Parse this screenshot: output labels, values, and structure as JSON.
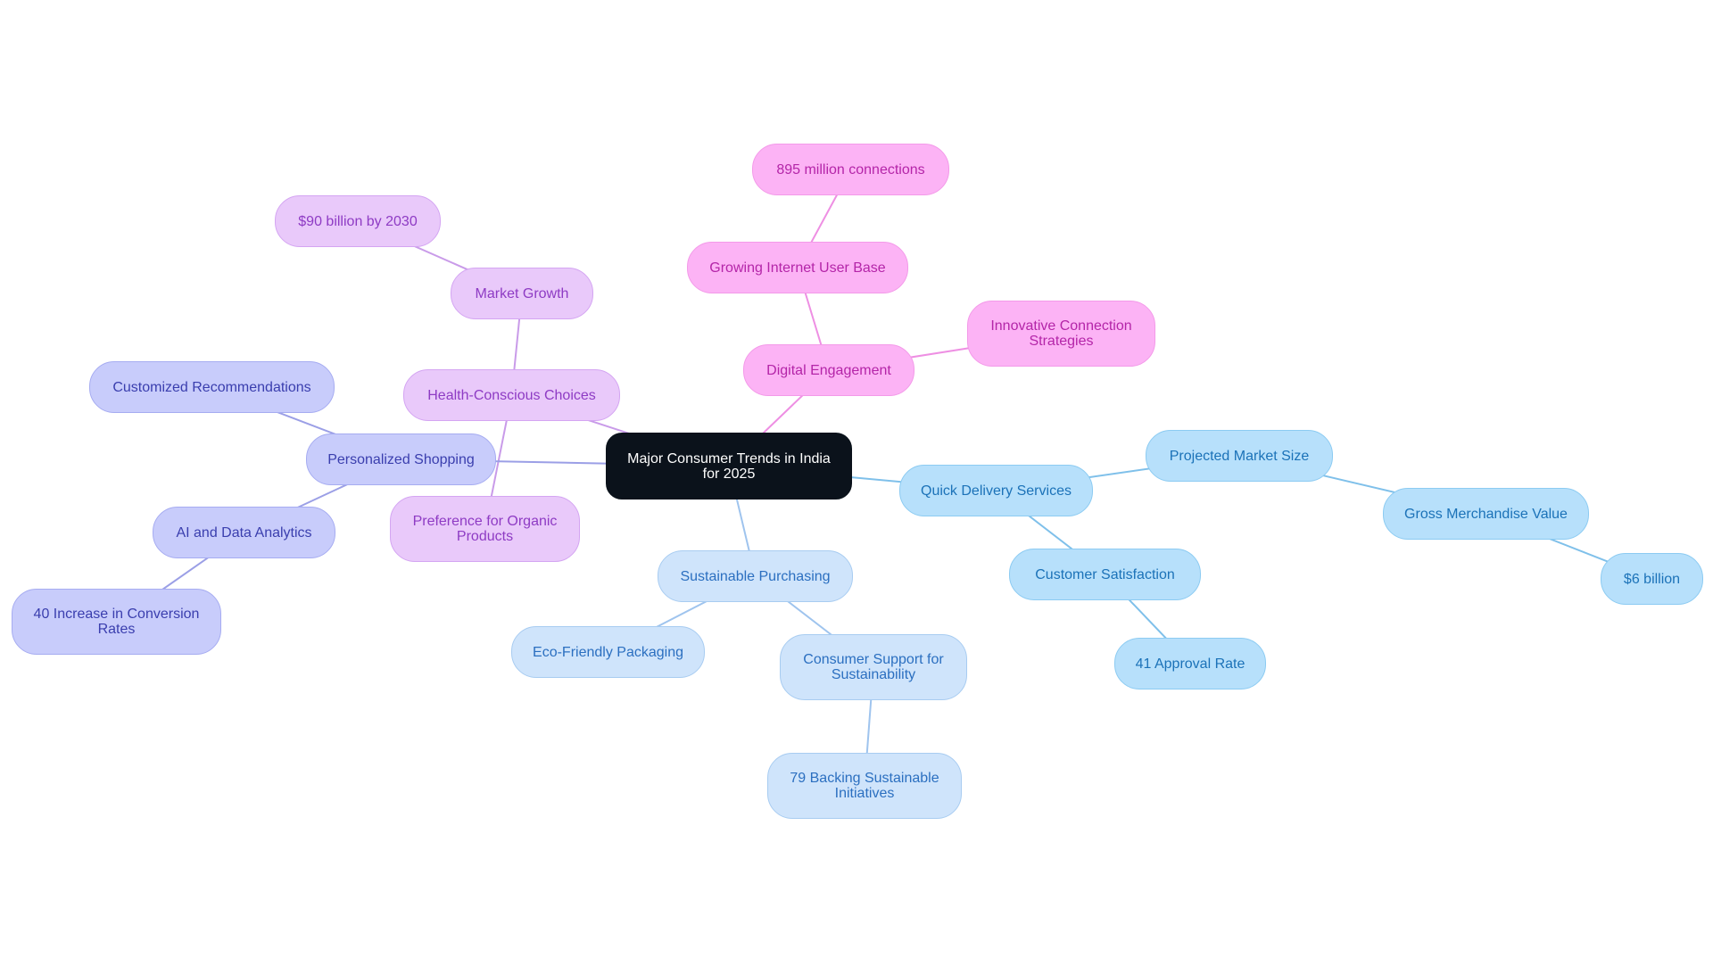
{
  "diagram": {
    "type": "mind-map",
    "nodes": [
      {
        "id": "root",
        "label": "Major Consumer Trends in India for 2025",
        "theme": "root"
      },
      {
        "id": "digital",
        "label": "Digital Engagement",
        "theme": "pink"
      },
      {
        "id": "internet",
        "label": "Growing Internet User Base",
        "theme": "pink"
      },
      {
        "id": "connections",
        "label": "895 million connections",
        "theme": "pink"
      },
      {
        "id": "innovative",
        "label": "Innovative Connection Strategies",
        "theme": "pink"
      },
      {
        "id": "health",
        "label": "Health-Conscious Choices",
        "theme": "purple"
      },
      {
        "id": "market",
        "label": "Market Growth",
        "theme": "purple"
      },
      {
        "id": "ninety",
        "label": "$90 billion by 2030",
        "theme": "purple"
      },
      {
        "id": "organic",
        "label": "Preference for Organic Products",
        "theme": "purple"
      },
      {
        "id": "personal",
        "label": "Personalized Shopping",
        "theme": "indigo"
      },
      {
        "id": "custom",
        "label": "Customized Recommendations",
        "theme": "indigo"
      },
      {
        "id": "ai",
        "label": "AI and Data Analytics",
        "theme": "indigo"
      },
      {
        "id": "conv",
        "label": "40 Increase in Conversion Rates",
        "theme": "indigo"
      },
      {
        "id": "quick",
        "label": "Quick Delivery Services",
        "theme": "blue"
      },
      {
        "id": "projected",
        "label": "Projected Market Size",
        "theme": "blue"
      },
      {
        "id": "gmv",
        "label": "Gross Merchandise Value",
        "theme": "blue"
      },
      {
        "id": "six",
        "label": "$6 billion",
        "theme": "blue"
      },
      {
        "id": "satisfaction",
        "label": "Customer Satisfaction",
        "theme": "blue"
      },
      {
        "id": "approval",
        "label": "41 Approval Rate",
        "theme": "blue"
      },
      {
        "id": "sustain",
        "label": "Sustainable Purchasing",
        "theme": "lblue"
      },
      {
        "id": "eco",
        "label": "Eco-Friendly Packaging",
        "theme": "lblue"
      },
      {
        "id": "support",
        "label": "Consumer Support for Sustainability",
        "theme": "lblue"
      },
      {
        "id": "backing",
        "label": "79 Backing Sustainable Initiatives",
        "theme": "lblue"
      }
    ],
    "edges": [
      {
        "from": "root",
        "to": "digital",
        "color": "#ee8fe3"
      },
      {
        "from": "digital",
        "to": "internet",
        "color": "#ee8fe3"
      },
      {
        "from": "internet",
        "to": "connections",
        "color": "#ee8fe3"
      },
      {
        "from": "digital",
        "to": "innovative",
        "color": "#ee8fe3"
      },
      {
        "from": "root",
        "to": "health",
        "color": "#c99be9"
      },
      {
        "from": "health",
        "to": "market",
        "color": "#c99be9"
      },
      {
        "from": "market",
        "to": "ninety",
        "color": "#c99be9"
      },
      {
        "from": "health",
        "to": "organic",
        "color": "#c99be9"
      },
      {
        "from": "root",
        "to": "personal",
        "color": "#9b9fe6"
      },
      {
        "from": "personal",
        "to": "custom",
        "color": "#9b9fe6"
      },
      {
        "from": "personal",
        "to": "ai",
        "color": "#9b9fe6"
      },
      {
        "from": "ai",
        "to": "conv",
        "color": "#9b9fe6"
      },
      {
        "from": "root",
        "to": "quick",
        "color": "#7fc0ea"
      },
      {
        "from": "quick",
        "to": "projected",
        "color": "#7fc0ea"
      },
      {
        "from": "projected",
        "to": "gmv",
        "color": "#7fc0ea"
      },
      {
        "from": "gmv",
        "to": "six",
        "color": "#7fc0ea"
      },
      {
        "from": "quick",
        "to": "satisfaction",
        "color": "#7fc0ea"
      },
      {
        "from": "satisfaction",
        "to": "approval",
        "color": "#7fc0ea"
      },
      {
        "from": "root",
        "to": "sustain",
        "color": "#9fc4ee"
      },
      {
        "from": "sustain",
        "to": "eco",
        "color": "#9fc4ee"
      },
      {
        "from": "sustain",
        "to": "support",
        "color": "#9fc4ee"
      },
      {
        "from": "support",
        "to": "backing",
        "color": "#9fc4ee"
      }
    ]
  }
}
